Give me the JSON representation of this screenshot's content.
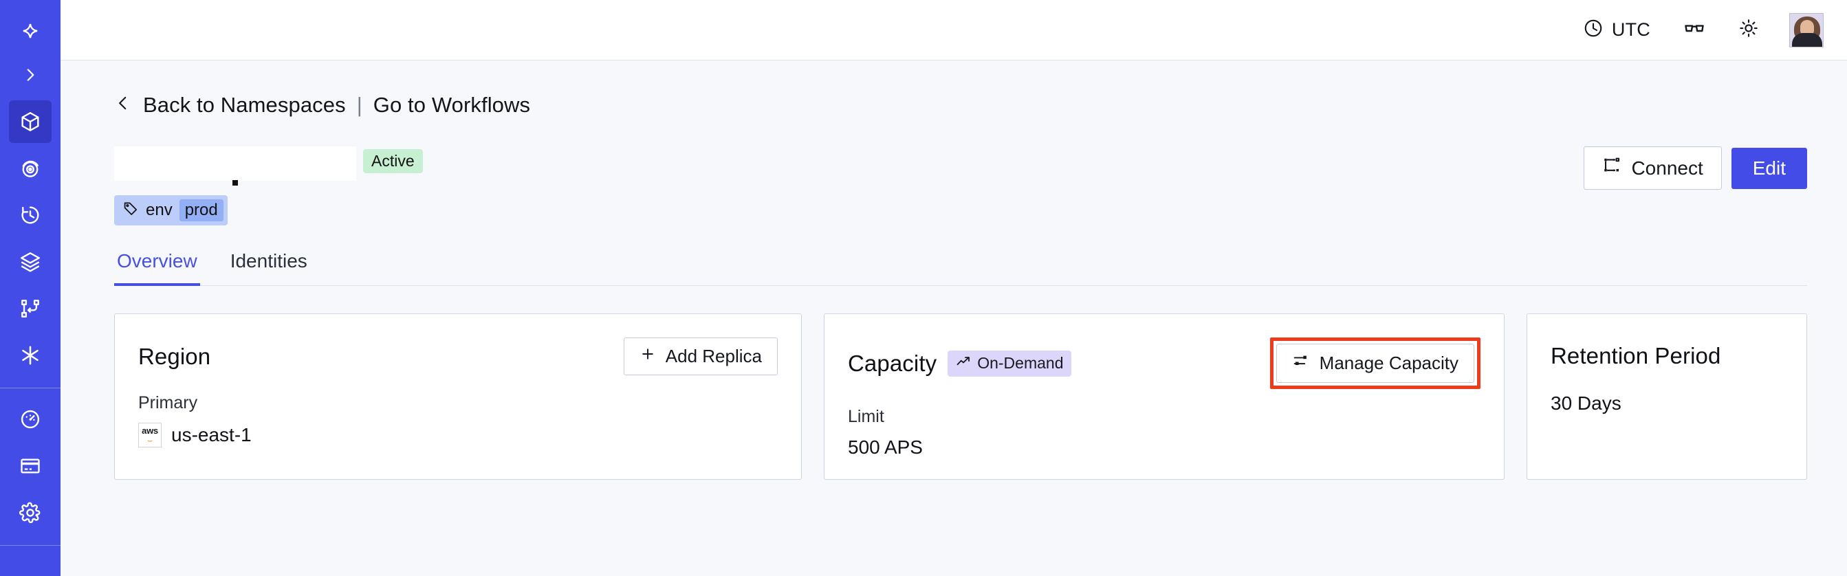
{
  "sidebar": {
    "logo_icon": "temporal-star-logo",
    "expand_icon": "chevron-right-icon",
    "items": [
      {
        "name": "namespaces",
        "icon": "cube-icon",
        "active": true
      },
      {
        "name": "observability",
        "icon": "radar-eye-icon",
        "active": false
      },
      {
        "name": "history",
        "icon": "history-clock-icon",
        "active": false
      },
      {
        "name": "layers",
        "icon": "layers-stack-icon",
        "active": false
      },
      {
        "name": "workflows",
        "icon": "git-branch-icon",
        "active": false
      },
      {
        "name": "nexus",
        "icon": "asterisk-icon",
        "active": false
      }
    ],
    "items_bottom": [
      {
        "name": "usage",
        "icon": "gauge-icon"
      },
      {
        "name": "billing",
        "icon": "credit-card-icon"
      },
      {
        "name": "settings",
        "icon": "gear-icon"
      }
    ]
  },
  "header": {
    "timezone_label": "UTC",
    "timezone_icon": "clock-icon",
    "reading_icon": "glasses-icon",
    "theme_icon": "sun-icon",
    "avatar_icon": "user-avatar"
  },
  "breadcrumb": {
    "back_icon": "chevron-left-icon",
    "back_label": "Back to Namespaces",
    "divider": "|",
    "forward_label": "Go to Workflows"
  },
  "page": {
    "title": "",
    "status_badge": "Active",
    "tag": {
      "icon": "tag-icon",
      "key": "env",
      "value": "prod"
    },
    "actions": {
      "connect_label": "Connect",
      "connect_icon": "connect-icon",
      "edit_label": "Edit"
    }
  },
  "tabs": [
    {
      "label": "Overview",
      "active": true
    },
    {
      "label": "Identities",
      "active": false
    }
  ],
  "cards": {
    "region": {
      "title": "Region",
      "action_label": "Add Replica",
      "action_icon": "plus-icon",
      "label": "Primary",
      "provider_icon": "aws-logo",
      "provider_text": "aws",
      "value": "us-east-1"
    },
    "capacity": {
      "title": "Capacity",
      "badge_label": "On-Demand",
      "badge_icon": "trending-up-icon",
      "action_label": "Manage Capacity",
      "action_icon": "sliders-icon",
      "action_highlighted": true,
      "label": "Limit",
      "value": "500 APS"
    },
    "retention": {
      "title": "Retention Period",
      "value": "30 Days"
    }
  },
  "colors": {
    "brand": "#444ce7",
    "accent": "#4850e4",
    "status_active_bg": "#c6f0d1",
    "badge_ondemand_bg": "#ddd6fb",
    "tag_bg": "#bdcdfa",
    "tag_value_bg": "#93b0f7",
    "highlight": "#ee3b1c",
    "page_bg": "#f7f8fb"
  }
}
